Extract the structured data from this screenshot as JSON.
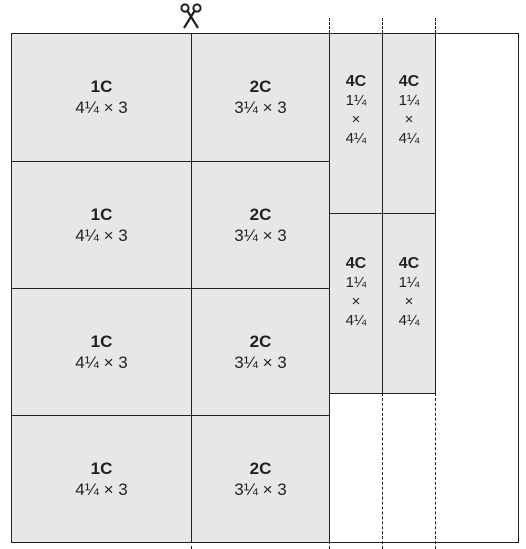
{
  "cutting_diagram": {
    "icon": "scissors-icon",
    "column_1": {
      "pieces": [
        {
          "code": "1C",
          "size": "4¼ × 3"
        },
        {
          "code": "1C",
          "size": "4¼ × 3"
        },
        {
          "code": "1C",
          "size": "4¼ × 3"
        },
        {
          "code": "1C",
          "size": "4¼ × 3"
        }
      ]
    },
    "column_2": {
      "pieces": [
        {
          "code": "2C",
          "size": "3¼ × 3"
        },
        {
          "code": "2C",
          "size": "3¼ × 3"
        },
        {
          "code": "2C",
          "size": "3¼ × 3"
        },
        {
          "code": "2C",
          "size": "3¼ × 3"
        }
      ]
    },
    "narrow_pieces": [
      {
        "code": "4C",
        "width": "1¼",
        "times": "×",
        "height": "4¼"
      },
      {
        "code": "4C",
        "width": "1¼",
        "times": "×",
        "height": "4¼"
      },
      {
        "code": "4C",
        "width": "1¼",
        "times": "×",
        "height": "4¼"
      },
      {
        "code": "4C",
        "width": "1¼",
        "times": "×",
        "height": "4¼"
      }
    ],
    "colors": {
      "piece_fill": "#e7e7e7",
      "line": "#231f20",
      "background": "#ffffff"
    }
  }
}
